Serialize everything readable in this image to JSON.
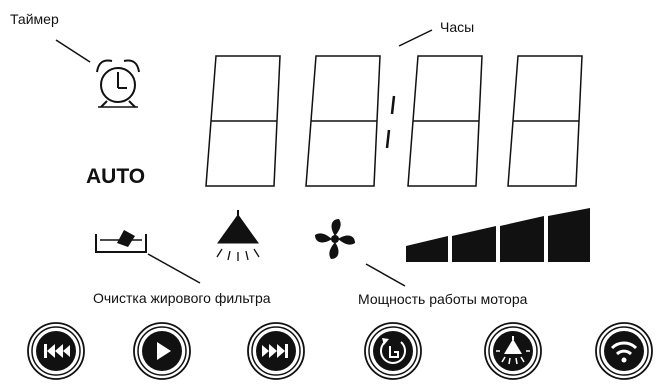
{
  "labels": {
    "timer": "Таймер",
    "clock": "Часы",
    "auto": "AUTO",
    "grease_filter": "Очистка жирового фильтра",
    "motor_power": "Мощность работы мотора"
  },
  "colors": {
    "ink": "#111111",
    "background": "#ffffff"
  },
  "icons": {
    "timer": "alarm-clock-icon",
    "grease_filter": "grease-filter-icon",
    "lamp": "lamp-icon",
    "fan": "fan-icon",
    "power_bars": "power-level-bars"
  },
  "power_levels": 4,
  "buttons": [
    {
      "name": "rewind-button",
      "icon": "rewind-icon"
    },
    {
      "name": "play-button",
      "icon": "play-icon"
    },
    {
      "name": "fast-forward-button",
      "icon": "fast-forward-icon"
    },
    {
      "name": "timer-button",
      "icon": "timer-hand-icon"
    },
    {
      "name": "light-button",
      "icon": "lamp-icon"
    },
    {
      "name": "wifi-button",
      "icon": "wifi-icon"
    }
  ]
}
